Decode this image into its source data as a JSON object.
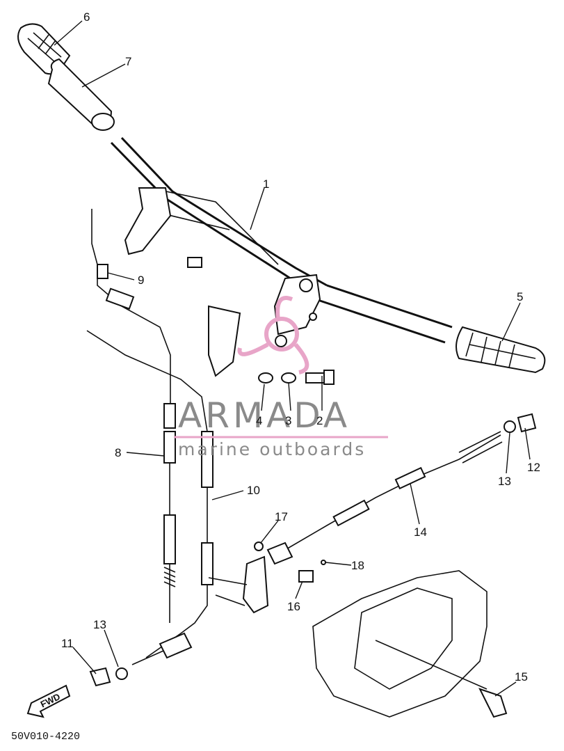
{
  "diagram": {
    "callouts": [
      {
        "label": "1"
      },
      {
        "label": "2"
      },
      {
        "label": "3"
      },
      {
        "label": "4"
      },
      {
        "label": "5"
      },
      {
        "label": "6"
      },
      {
        "label": "7"
      },
      {
        "label": "8"
      },
      {
        "label": "9"
      },
      {
        "label": "10"
      },
      {
        "label": "11"
      },
      {
        "label": "12"
      },
      {
        "label": "13"
      },
      {
        "label": "13"
      },
      {
        "label": "14"
      },
      {
        "label": "15"
      },
      {
        "label": "16"
      },
      {
        "label": "17"
      },
      {
        "label": "18"
      }
    ],
    "part_code": "50V010-4220",
    "fwd_label": "FWD"
  },
  "watermark": {
    "name": "ARMADA",
    "tagline": "marine outboards",
    "accent_color": "#e8a5c8"
  }
}
